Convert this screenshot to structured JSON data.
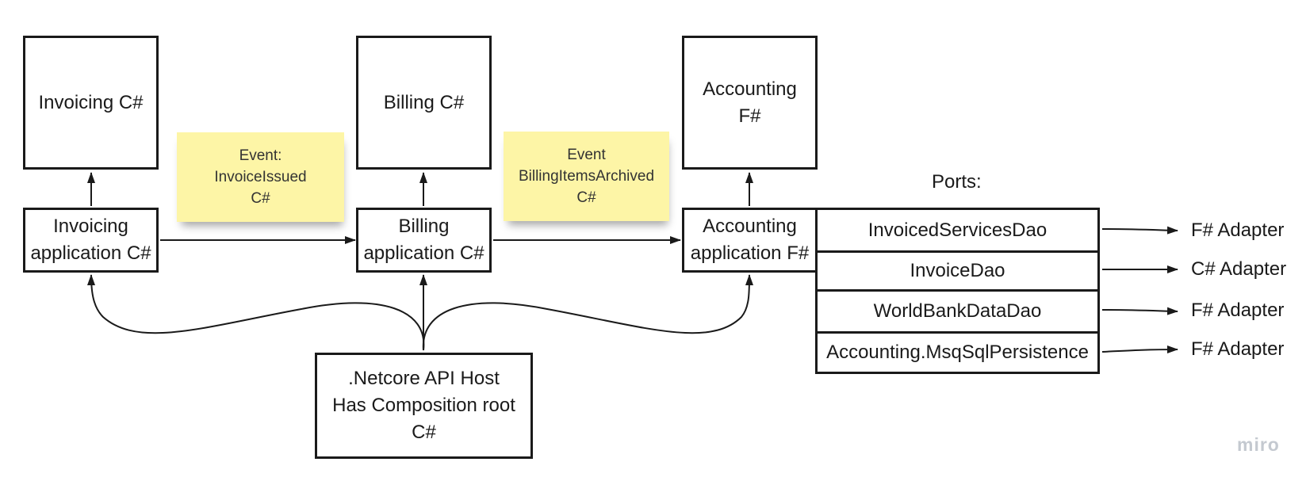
{
  "boxes": {
    "invoicing": "Invoicing C#",
    "billing": "Billing C#",
    "accounting": "Accounting\nF#",
    "invoicing_app": "Invoicing\napplication C#",
    "billing_app": "Billing\napplication C#",
    "accounting_app": "Accounting\napplication F#",
    "api_host": ".Netcore API Host\nHas Composition root\nC#"
  },
  "stickies": {
    "invoice_issued": "Event:\nInvoiceIssued\nC#",
    "billing_archived": "Event\nBillingItemsArchived\nC#"
  },
  "ports": {
    "title": "Ports:",
    "items": [
      {
        "name": "InvoicedServicesDao",
        "adapter": "F# Adapter"
      },
      {
        "name": "InvoiceDao",
        "adapter": "C# Adapter"
      },
      {
        "name": "WorldBankDataDao",
        "adapter": "F# Adapter"
      },
      {
        "name": "Accounting.MsqSqlPersistence",
        "adapter": "F# Adapter"
      }
    ]
  },
  "watermark": "miro",
  "colors": {
    "sticky": "#fdf5a6",
    "line": "#1a1a1a",
    "watermark": "#c4c9d0"
  }
}
